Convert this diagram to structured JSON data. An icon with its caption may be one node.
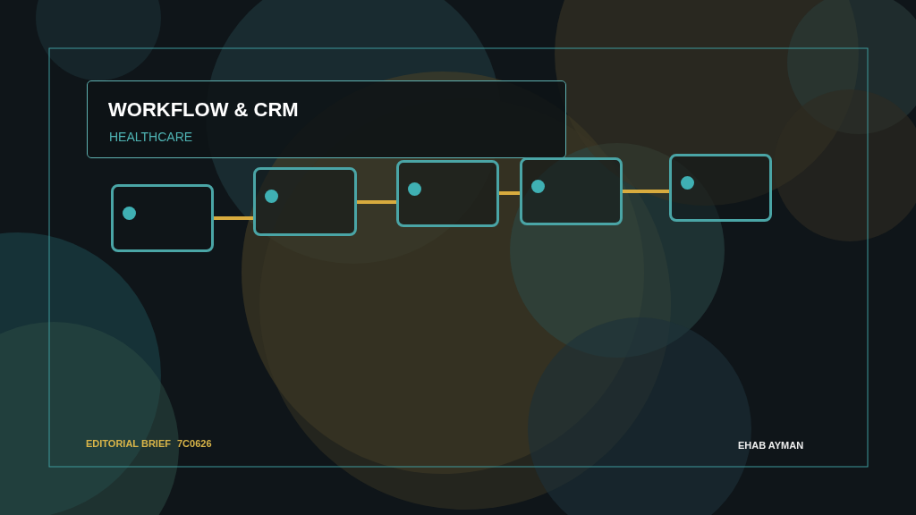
{
  "diagram": {
    "title": "WORKFLOW & CRM",
    "nodes": [
      {
        "text": [],
        "shape": "box"
      },
      {
        "text": [],
        "shape": "box"
      },
      {
        "text": [],
        "shape": "box"
      },
      {
        "text": [],
        "shape": "box"
      },
      {
        "text": [],
        "shape": "box"
      }
    ],
    "edges": [
      {
        "from": 0,
        "to": 1,
        "arrow": "none"
      },
      {
        "from": 1,
        "to": 2,
        "arrow": "none"
      },
      {
        "from": 2,
        "to": 3,
        "arrow": "none"
      },
      {
        "from": 3,
        "to": 4,
        "arrow": "none"
      }
    ],
    "labels": [
      "HEALTHCARE",
      "EDITORIAL BRIEF",
      "7C0626",
      "EHAB AYMAN"
    ]
  }
}
